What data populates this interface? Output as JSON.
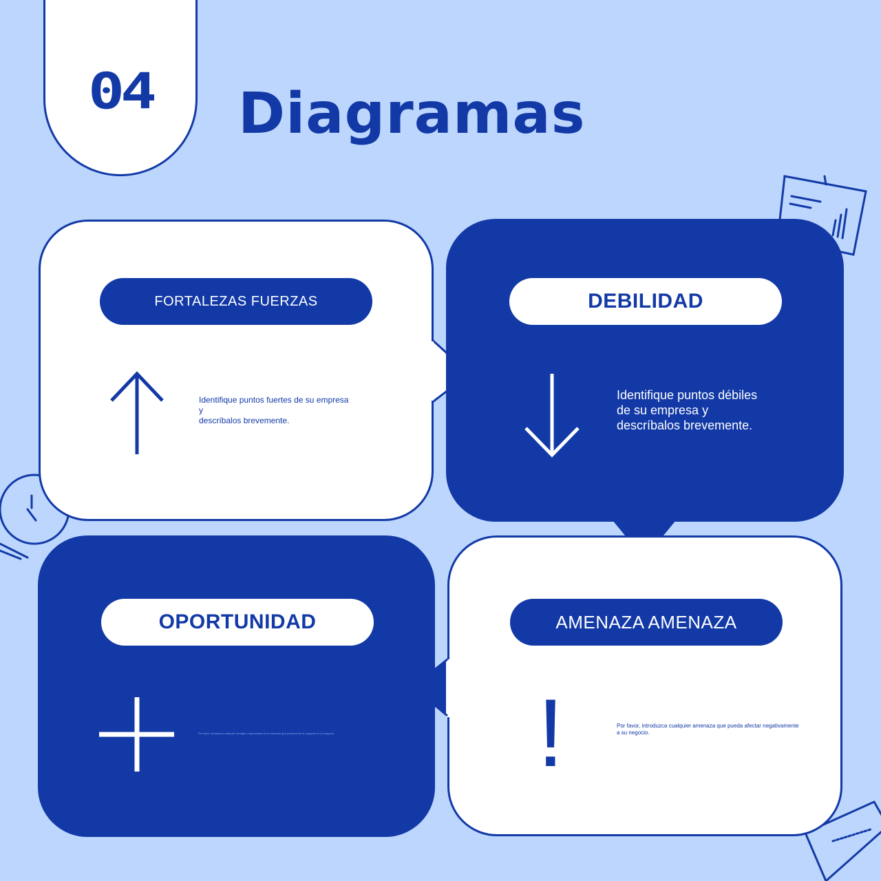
{
  "header": {
    "number": "04",
    "title": "Diagramas"
  },
  "colors": {
    "background": "#bcd6fd",
    "primary": "#1239a6",
    "white": "#ffffff"
  },
  "quadrants": {
    "fortalezas": {
      "heading": "FORTALEZAS FUERZAS",
      "icon": "arrow-up-icon",
      "text": "Identifique puntos fuertes de su empresa\ny\ndescríbalos brevemente."
    },
    "debilidad": {
      "heading": "DEBILIDAD",
      "icon": "arrow-down-icon",
      "text": "Identifique puntos débiles\n de su empresa y\ndescríbalos brevemente."
    },
    "oportunidad": {
      "heading": "OPORTUNIDAD",
      "icon": "plus-icon",
      "text": "Por favor, introduzca cualquier ventaja u oportunidad en el mercado que pueda tener su negocio en su negocio."
    },
    "amenaza": {
      "heading_line1": "AMENAZA AMENAZ",
      "heading_line2": "A",
      "icon": "exclamation-icon",
      "exclamation": "!",
      "text": "Por favor, introduzca cualquier amenaza que pueda afectar negativamente\n a su negocio."
    }
  },
  "decorations": [
    "presentation-board-icon",
    "lightbulb-icon",
    "folder-icon"
  ]
}
